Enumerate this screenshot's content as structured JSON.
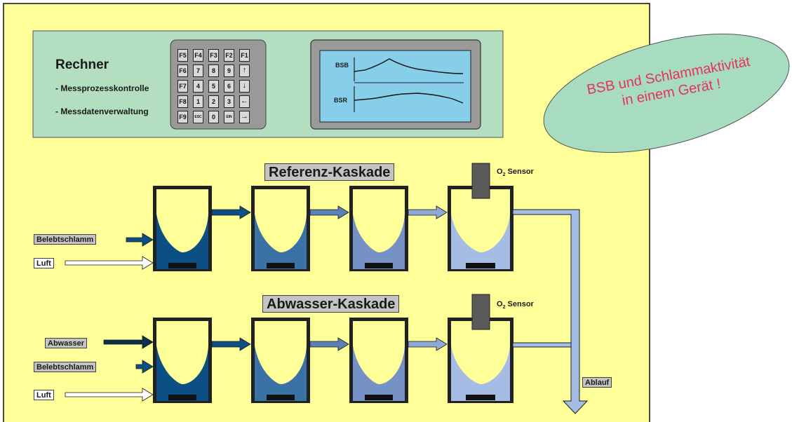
{
  "computer": {
    "title": "Rechner",
    "functions": [
      "- Messprozesskontrolle",
      "- Messdatenverwaltung"
    ]
  },
  "keypad": {
    "rows": [
      [
        "F5",
        "F4",
        "F3",
        "F2",
        "F1"
      ],
      [
        "F6",
        "7",
        "8",
        "9",
        "↑"
      ],
      [
        "F7",
        "4",
        "5",
        "6",
        "↓"
      ],
      [
        "F8",
        "1",
        "2",
        "3",
        "←"
      ],
      [
        "F9",
        "ESC",
        "0",
        "EIN",
        "→"
      ]
    ]
  },
  "display": {
    "trace_labels": [
      "BSB",
      "BSR"
    ]
  },
  "callout": {
    "line1": "BSB und Schlammaktivität",
    "line2": "in einem Gerät !"
  },
  "cascades": {
    "reference": {
      "title": "Referenz-Kaskade",
      "sensor_o": "O",
      "sensor_sub": "2",
      "sensor_text": " Sensor",
      "inputs": [
        "Belebtschlamm",
        "Luft"
      ]
    },
    "wastewater": {
      "title": "Abwasser-Kaskade",
      "sensor_o": "O",
      "sensor_sub": "2",
      "sensor_text": " Sensor",
      "inputs": [
        "Abwasser",
        "Belebtschlamm",
        "Luft"
      ]
    }
  },
  "outlet": "Ablauf",
  "colors": {
    "panel_background": "#ffff99",
    "computer_box": "#b3dfc0",
    "screen": "#87ceeb",
    "callout_ellipse": "#a8dcc0",
    "callout_text": "#e6325a",
    "tank_fill": [
      "#0c4f84",
      "#3b72a5",
      "#7591c5",
      "#a5bde5"
    ],
    "tank_liquid_top": "#ffff99"
  }
}
